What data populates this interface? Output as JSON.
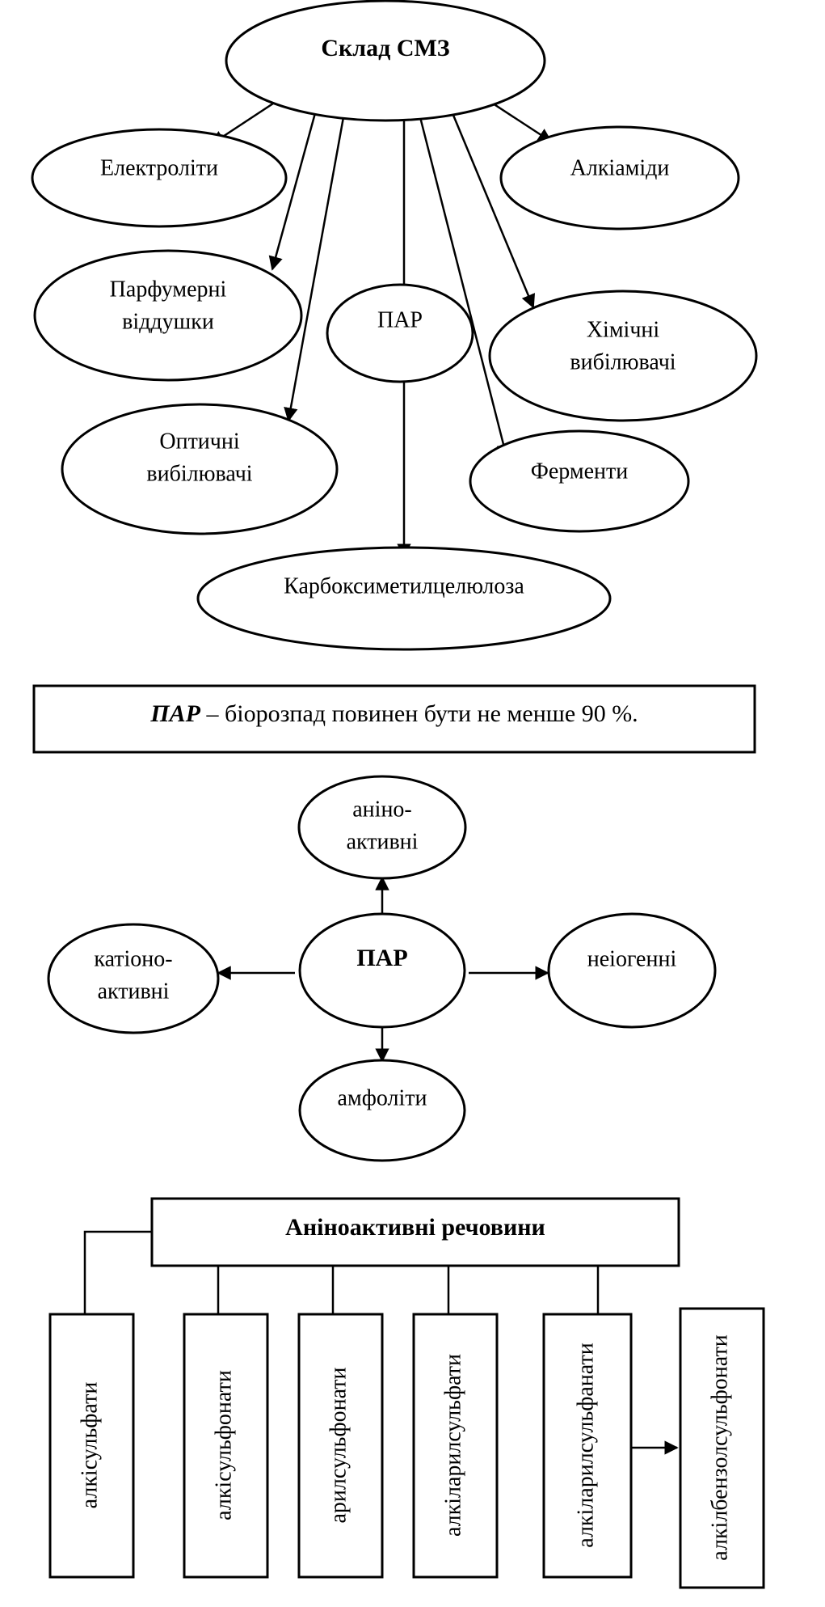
{
  "composition": {
    "root": "Склад СМЗ",
    "electrolytes": "Електроліти",
    "alkylamides": "Алкіаміди",
    "perfume": [
      "Парфумерні",
      "віддушки"
    ],
    "surfactant": "ПАР",
    "chemical_bleach": [
      "Хімічні",
      "вибілювачі"
    ],
    "optical_bleach": [
      "Оптичні",
      "вибілювачі"
    ],
    "enzymes": "Ферменти",
    "cmc": "Карбоксиметилцелюлоза"
  },
  "note": {
    "term": "ПАР",
    "text": " – біорозпад повинен бути не менше 90 %."
  },
  "surfactant_types": {
    "center": "ПАР",
    "anionic": [
      "аніно-",
      "активні"
    ],
    "cationic": [
      "катіоно-",
      "активні"
    ],
    "nonionic": "неіогенні",
    "ampholytes": "амфоліти"
  },
  "anionic_substances": {
    "title": "Аніноактивні речовини",
    "items": [
      "алкісульфати",
      "алкісульфонати",
      "арилсульфонати",
      "алкіларилсульфати",
      "алкіларилсульфанати",
      "алкілбензолсульфонати"
    ]
  }
}
